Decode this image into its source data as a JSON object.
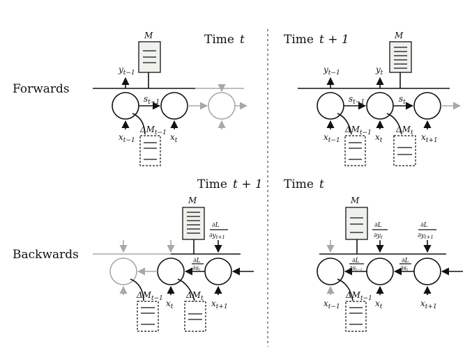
{
  "row_labels": {
    "forwards": "Forwards",
    "backwards": "Backwards"
  },
  "panels": {
    "top_left": {
      "time_word": "Time",
      "time_var": "t"
    },
    "top_right": {
      "time_word": "Time",
      "time_var": "t + 1"
    },
    "bottom_left": {
      "time_word": "Time",
      "time_var": "t + 1"
    },
    "bottom_right": {
      "time_word": "Time",
      "time_var": "t"
    }
  },
  "math": {
    "memory": "M",
    "y_prev": "y",
    "y_prev_sub": "t−1",
    "y_t": "y",
    "y_t_sub": "t",
    "x_prev": "x",
    "x_prev_sub": "t−1",
    "x_t": "x",
    "x_t_sub": "t",
    "x_next": "x",
    "x_next_sub": "t+1",
    "s_prev": "s",
    "s_prev_sub": "t−1",
    "s_t": "s",
    "s_t_sub": "t",
    "dm_prev": "ΔM",
    "dm_prev_sub": "t−1",
    "dm_t": "ΔM",
    "dm_t_sub": "t",
    "dL": "∂L",
    "d_y_next": "∂y",
    "d_y_next_sub": "t+1",
    "d_y_t": "∂y",
    "d_y_t_sub": "t",
    "d_s_t": "∂s",
    "d_s_t_sub": "t",
    "d_s_prev": "∂s",
    "d_s_prev_sub": "t−1"
  },
  "colors": {
    "active": "#111111",
    "inactive": "#a8a8a8",
    "memory_fill": "#eef1ec"
  }
}
